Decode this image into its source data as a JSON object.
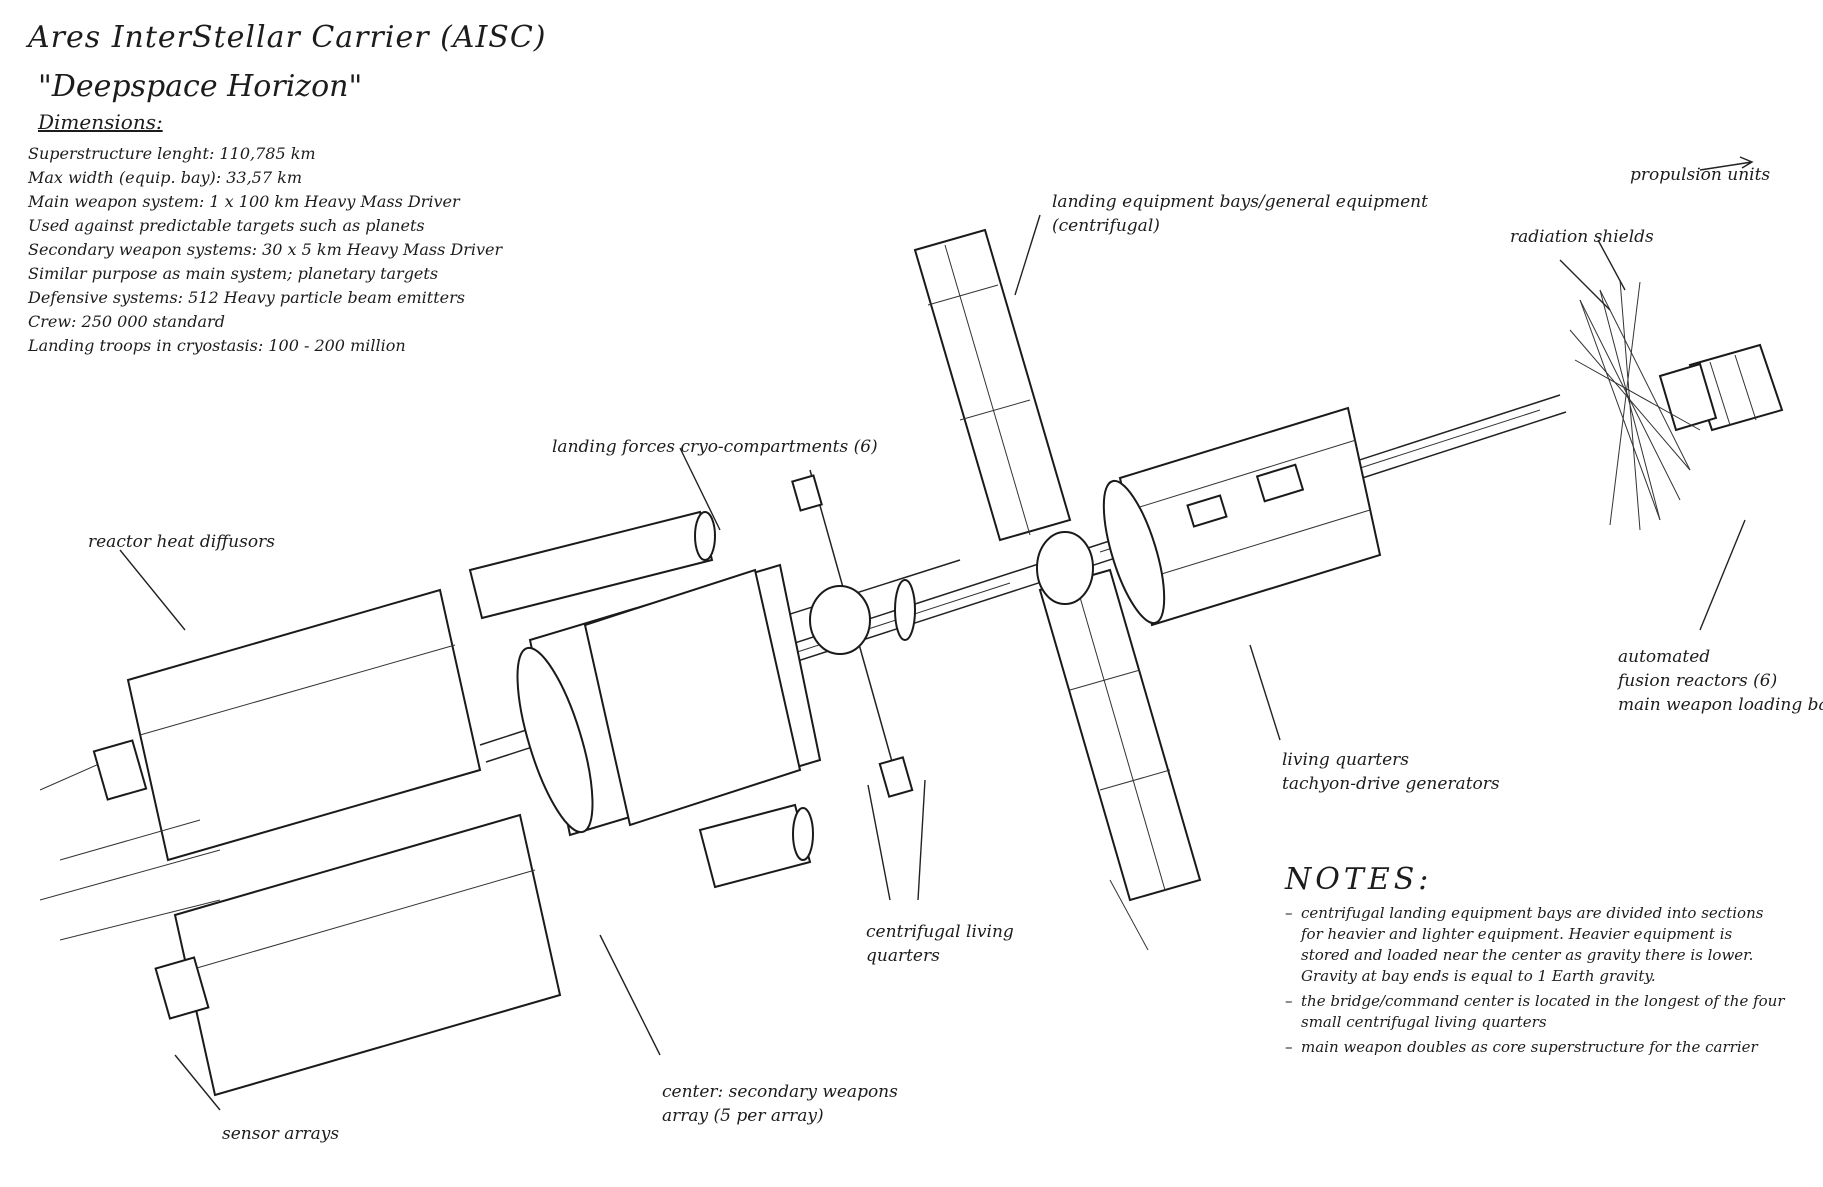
{
  "title": "Ares InterStellar Carrier (AISC)",
  "name": "\"Deepspace Horizon\"",
  "dimensions_heading": "Dimensions:",
  "specs": [
    "Superstructure lenght: 110,785 km",
    "Max width (equip. bay): 33,57 km",
    "Main weapon system: 1 x 100 km Heavy Mass Driver",
    "Used against predictable targets such as planets",
    "Secondary weapon systems: 30 x 5 km Heavy Mass Driver",
    "Similar purpose as main system; planetary targets",
    "Defensive systems: 512 Heavy particle beam emitters",
    "Crew: 250 000 standard",
    "Landing troops in cryostasis: 100 - 200 million"
  ],
  "labels": {
    "propulsion": "propulsion units",
    "radiation": "radiation shields",
    "landing_bays": [
      "landing equipment bays/general equipment",
      "(centrifugal)"
    ],
    "cryo": "landing forces cryo-compartments (6)",
    "heat": "reactor heat diffusors",
    "fusion": [
      "automated",
      "fusion reactors (6)",
      "main weapon loading bay"
    ],
    "living": [
      "living quarters",
      "tachyon-drive generators"
    ],
    "centrifugal_living": [
      "centrifugal living",
      "quarters"
    ],
    "center": [
      "center: secondary weapons",
      "array (5 per array)"
    ],
    "sensor": "sensor arrays"
  },
  "notes_heading": "NOTES:",
  "notes": [
    "centrifugal landing equipment bays are divided into sections for heavier and lighter equipment. Heavier equipment is stored and loaded near the center as gravity there is lower. Gravity at bay ends is equal to 1 Earth gravity.",
    "the bridge/command center is located in the longest of the four small centrifugal living quarters",
    "main weapon doubles as core superstructure for the carrier"
  ]
}
